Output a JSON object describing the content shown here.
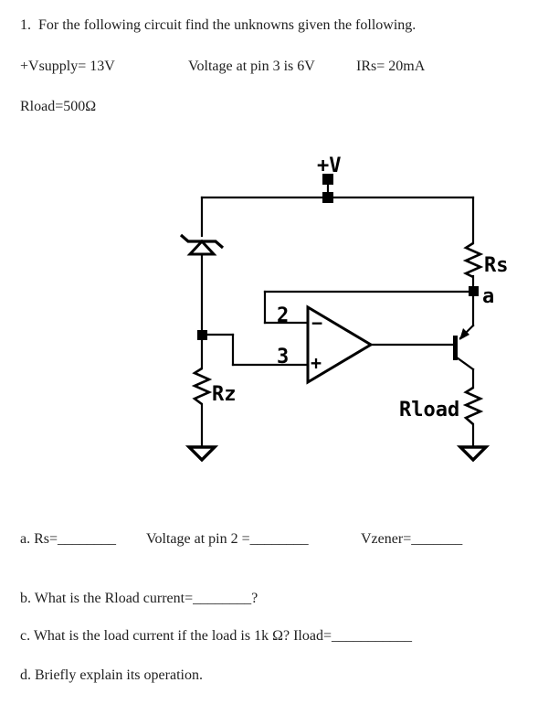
{
  "page": {
    "background": "#ffffff",
    "text_color": "#212121",
    "ink_color": "#000000"
  },
  "document": {
    "title_line": "1.  For the following circuit find the unknowns given the following.",
    "given": {
      "vsupply": "+Vsupply= 13V",
      "pin3_voltage": "Voltage at pin 3 is 6V",
      "irs": "IRs= 20mA",
      "rload": "Rload=500Ω"
    },
    "questions": {
      "a_rs": "a. Rs=________",
      "a_pin2": "Voltage at pin 2 =________",
      "a_vzener": "Vzener=_______",
      "b": "b. What is the Rload current=________?",
      "c": "c. What is the load current if the load is 1k Ω? Iload=___________",
      "d": "d. Briefly explain its operation."
    }
  },
  "schematic": {
    "labels": {
      "supply": "+V",
      "rs": "Rs",
      "node_a": "a",
      "pin2": "2",
      "pin3": "3",
      "inverting_input": "−",
      "noninverting_input": "+",
      "rz": "Rz",
      "rload": "Rload"
    }
  }
}
